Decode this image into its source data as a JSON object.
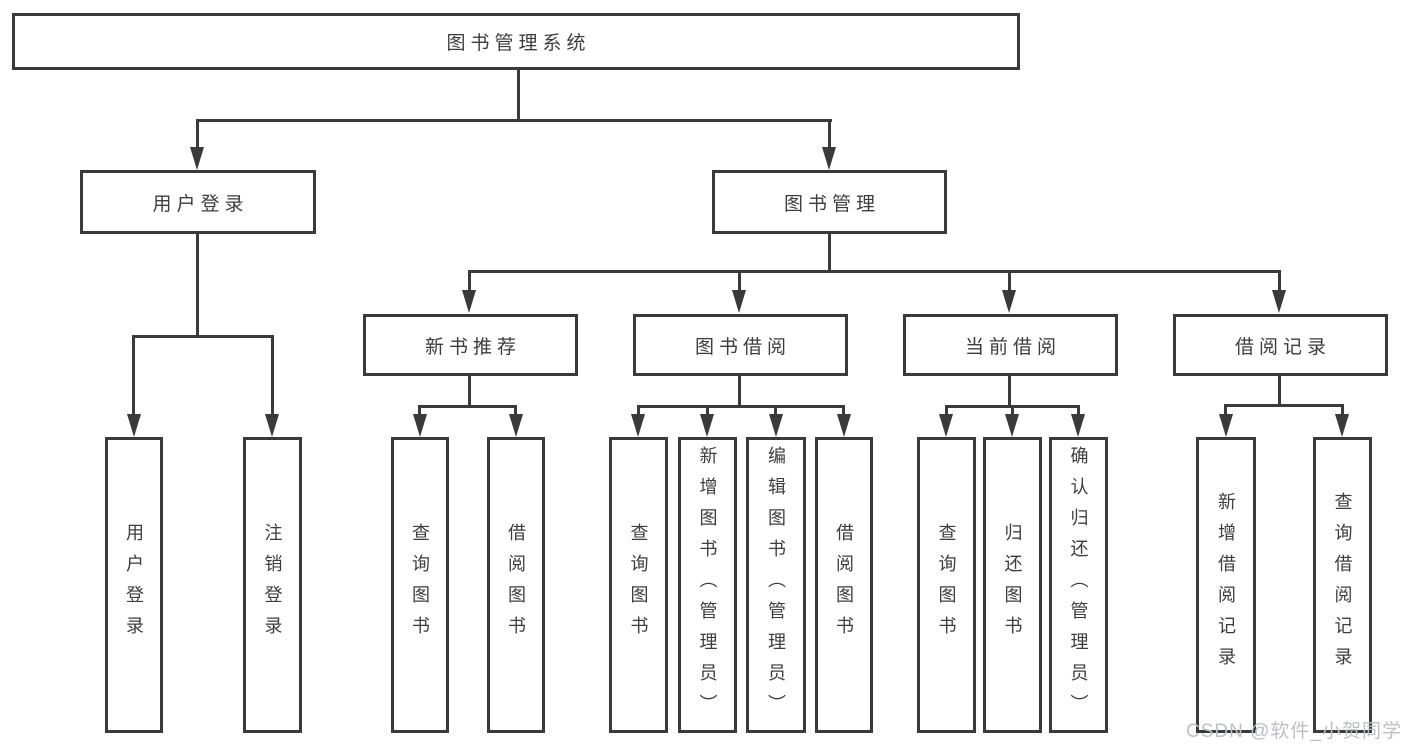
{
  "diagram": {
    "line_color": "#3a3a3a",
    "text_color": "#3d3d3d",
    "background_color": "#ffffff",
    "root": {
      "label": "图书管理系统"
    },
    "branches": [
      {
        "label": "用户登录",
        "children": [
          {
            "label": "用户登录"
          },
          {
            "label": "注销登录"
          }
        ]
      },
      {
        "label": "图书管理",
        "children": [
          {
            "label": "新书推荐",
            "children": [
              {
                "label": "查询图书"
              },
              {
                "label": "借阅图书"
              }
            ]
          },
          {
            "label": "图书借阅",
            "children": [
              {
                "label": "查询图书"
              },
              {
                "label": "新增图书（管理员）"
              },
              {
                "label": "编辑图书（管理员）"
              },
              {
                "label": "借阅图书"
              }
            ]
          },
          {
            "label": "当前借阅",
            "children": [
              {
                "label": "查询图书"
              },
              {
                "label": "归还图书"
              },
              {
                "label": "确认归还（管理员）"
              }
            ]
          },
          {
            "label": "借阅记录",
            "children": [
              {
                "label": "新增借阅记录"
              },
              {
                "label": "查询借阅记录"
              }
            ]
          }
        ]
      }
    ]
  },
  "watermark": {
    "text": "CSDN @软件_小贺同学",
    "color": "#bcc0c6"
  }
}
